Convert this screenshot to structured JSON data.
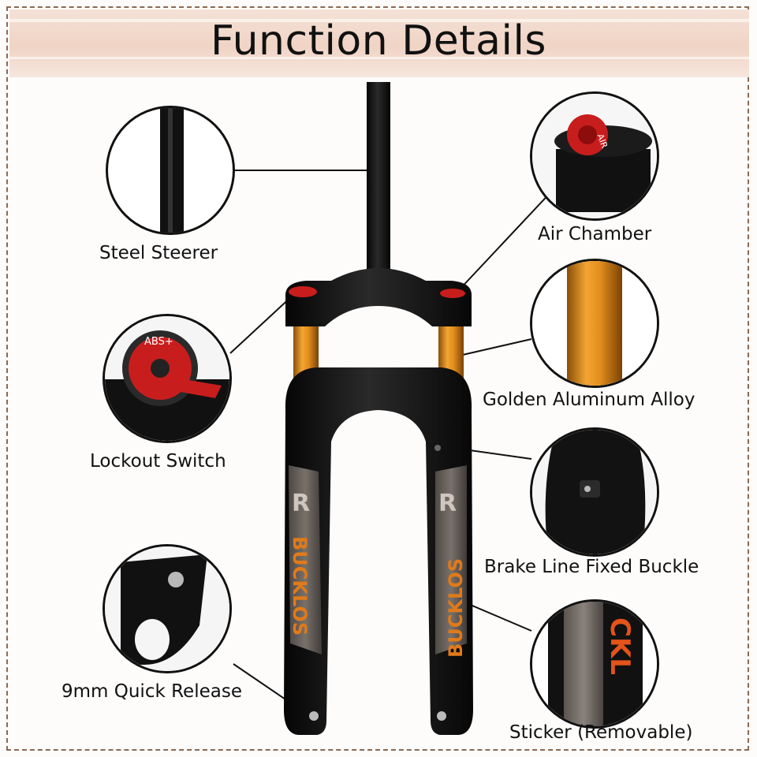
{
  "title": "Function Details",
  "labels": {
    "steel_steerer": "Steel Steerer",
    "air_chamber": "Air Chamber",
    "lockout_switch": "Lockout Switch",
    "golden_alloy": "Golden Aluminum Alloy",
    "brake_buckle": "Brake Line Fixed Buckle",
    "quick_release": "9mm Quick Release",
    "sticker": "Sticker (Removable)"
  },
  "brand": "BUCKLOS",
  "knob_text": {
    "air": "AIR",
    "abs": "ABS+"
  },
  "colors": {
    "accent": "#e07a1a",
    "gold": "#d9891c",
    "knob_red": "#c81d1d",
    "banner": "#f0d4c5",
    "frame": "#8a6a52"
  }
}
